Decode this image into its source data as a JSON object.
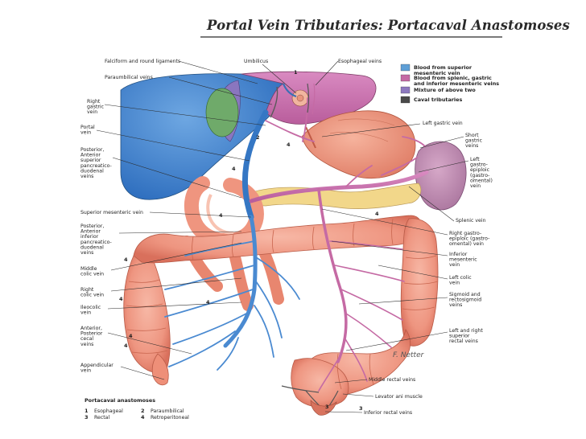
{
  "title": "Portal Vein Tributaries: Portacaval Anastomoses",
  "legend": [
    {
      "label_lines": [
        "Blood from superior",
        "mesenteric vein"
      ],
      "color": "#5e9fd6"
    },
    {
      "label_lines": [
        "Blood from splenic, gastric",
        "and inferior mesenteric veins"
      ],
      "color": "#c56aa4"
    },
    {
      "label_lines": [
        "Mixture of above two"
      ],
      "color": "#8d79bf"
    },
    {
      "label_lines": [
        "Caval tributaries"
      ],
      "color": "#4a4a4a"
    }
  ],
  "labels": {
    "falciform": [
      "Falciform and round ligaments"
    ],
    "umbilicus": [
      "Umbilicus"
    ],
    "esophageal": [
      "Esophageal veins"
    ],
    "paraumbilical": [
      "Paraumbilical veins"
    ],
    "right_gastric": [
      "Right",
      "gastric",
      "vein"
    ],
    "portal": [
      "Portal",
      "vein"
    ],
    "pancreaticoduodenal_sup": [
      "Posterior,",
      "Anterior",
      "superior",
      "pancreatico-",
      "duodenal",
      "veins"
    ],
    "sup_mesenteric": [
      "Superior mesenteric vein"
    ],
    "pancreaticoduodenal_inf": [
      "Posterior,",
      "Anterior",
      "inferior",
      "pancreatico-",
      "duodenal",
      "veins"
    ],
    "middle_colic": [
      "Middle",
      "colic vein"
    ],
    "right_colic": [
      "Right",
      "colic vein"
    ],
    "ileocolic": [
      "Ileocolic",
      "vein"
    ],
    "cecal": [
      "Anterior,",
      "Posterior",
      "cecal",
      "veins"
    ],
    "appendicular": [
      "Appendicular",
      "vein"
    ],
    "left_gastric": [
      "Left gastric vein"
    ],
    "short_gastric": [
      "Short",
      "gastric",
      "veins"
    ],
    "left_gastroepiploic": [
      "Left",
      "gastro-",
      "epiploic",
      "(gastro-",
      "omental)",
      "vein"
    ],
    "splenic": [
      "Splenic vein"
    ],
    "right_gastroepiploic": [
      "Right gastro-",
      "epiploic (gastro-",
      "omental) vein"
    ],
    "inf_mesenteric": [
      "Inferior",
      "mesenteric",
      "vein"
    ],
    "left_colic": [
      "Left colic",
      "vein"
    ],
    "sigmoid": [
      "Sigmoid and",
      "rectosigmoid",
      "veins"
    ],
    "sup_rectal": [
      "Left and right",
      "superior",
      "rectal veins"
    ],
    "middle_rectal": [
      "Middle rectal veins"
    ],
    "levator": [
      "Levator ani muscle"
    ],
    "inf_rectal": [
      "Inferior rectal veins"
    ]
  },
  "anastomoses": {
    "heading": "Portacaval anastomoses",
    "items": [
      {
        "num": "1",
        "label": "Esophageal"
      },
      {
        "num": "2",
        "label": "Paraumbilical"
      },
      {
        "num": "3",
        "label": "Rectal"
      },
      {
        "num": "4",
        "label": "Retroperitoneal"
      }
    ]
  },
  "site_numbers": [
    "1",
    "2",
    "4",
    "4",
    "4",
    "4",
    "4",
    "4",
    "4",
    "4",
    "4",
    "3",
    "3"
  ],
  "signature": "F. Netter"
}
